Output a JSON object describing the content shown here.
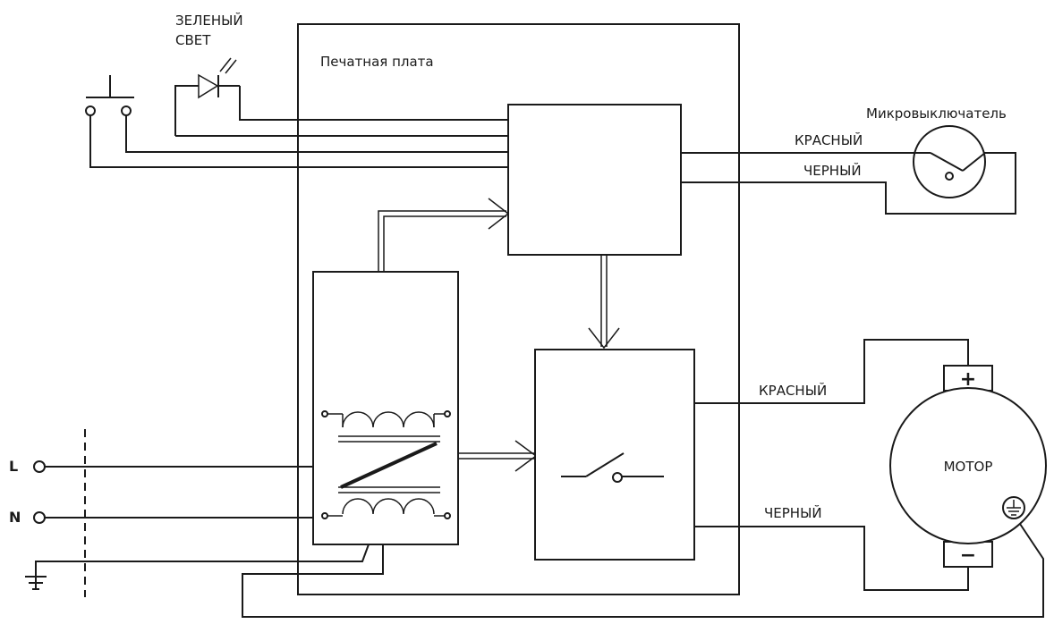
{
  "labels": {
    "led": [
      "ЗЕЛЕНЫЙ",
      "СВЕТ"
    ],
    "pcb": "Печатная плата",
    "microswitch": "Микровыключатель",
    "red_top": "КРАСНЫЙ",
    "black_top": "ЧЕРНЫЙ",
    "red_motor": "КРАСНЫЙ",
    "black_motor": "ЧЕРНЫЙ",
    "motor": "МОТОР",
    "plus": "+",
    "minus": "−",
    "line_l": "L",
    "line_n": "N"
  },
  "icons": {
    "led": "led-diode-icon",
    "button": "push-button-icon",
    "microswitch": "microswitch-icon",
    "transformer": "transformer-icon",
    "relay": "relay-switch-icon",
    "motor": "motor-icon",
    "earth": "earth-ground-icon",
    "motor_earth": "protective-earth-icon"
  }
}
